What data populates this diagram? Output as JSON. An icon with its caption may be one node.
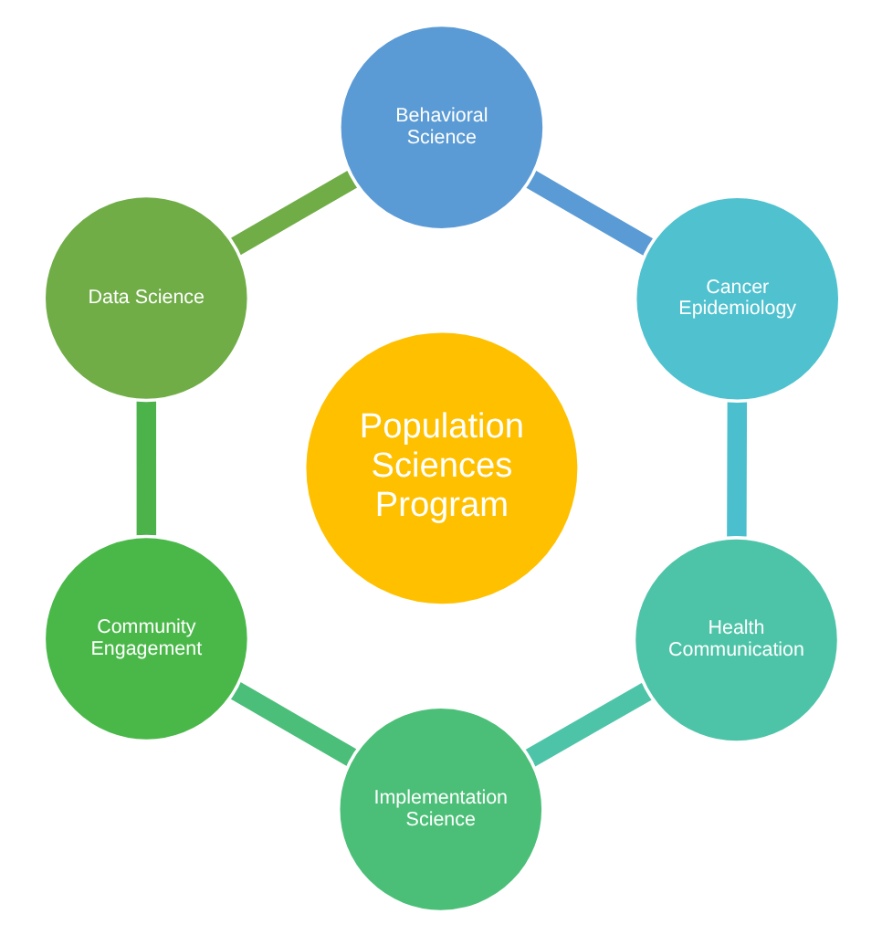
{
  "diagram": {
    "nodes": [
      {
        "text": [
          "Population Sciences Program"
        ]
      },
      {
        "text": [
          "Behavioral Science"
        ]
      },
      {
        "text": [
          "Cancer Epidemiology"
        ]
      },
      {
        "text": [
          "Health Communication"
        ]
      },
      {
        "text": [
          "Implementation Science"
        ]
      },
      {
        "text": [
          "Community Engagement"
        ]
      },
      {
        "text": [
          "Data Science"
        ]
      }
    ],
    "edges": [
      {
        "from": 1,
        "to": 2,
        "arrow": "none",
        "color": "#5b9bd5"
      },
      {
        "from": 2,
        "to": 3,
        "arrow": "none",
        "color": "#4bbfcd"
      },
      {
        "from": 3,
        "to": 4,
        "arrow": "none",
        "color": "#4dc4a8"
      },
      {
        "from": 4,
        "to": 5,
        "arrow": "none",
        "color": "#4bbe7a"
      },
      {
        "from": 5,
        "to": 6,
        "arrow": "none",
        "color": "#4cb34b"
      },
      {
        "from": 6,
        "to": 1,
        "arrow": "none",
        "color": "#70ad47"
      }
    ]
  }
}
